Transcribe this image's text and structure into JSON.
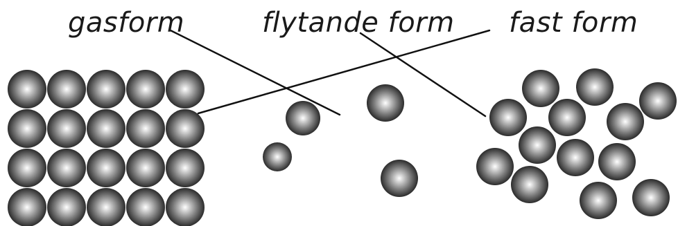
{
  "labels": {
    "gas": "gasform",
    "liquid": "flytande form",
    "solid": "fast form"
  },
  "colors": {
    "line": "#111111",
    "text": "#1a1a1a",
    "particle_light": "#ffffff",
    "particle_mid": "#8a8a8a",
    "particle_dark": "#2e2e2e"
  }
}
